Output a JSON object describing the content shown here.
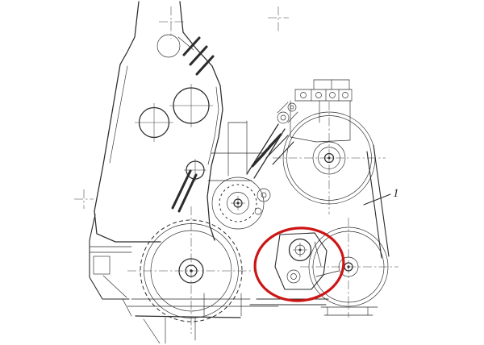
{
  "drawing": {
    "background": "#ffffff",
    "ink_color": "#2b2b2b",
    "annotation": {
      "shape": "ellipse",
      "color": "#cc1515",
      "highlights": "belt-tensioner"
    },
    "callouts": [
      {
        "label": "1"
      }
    ]
  }
}
